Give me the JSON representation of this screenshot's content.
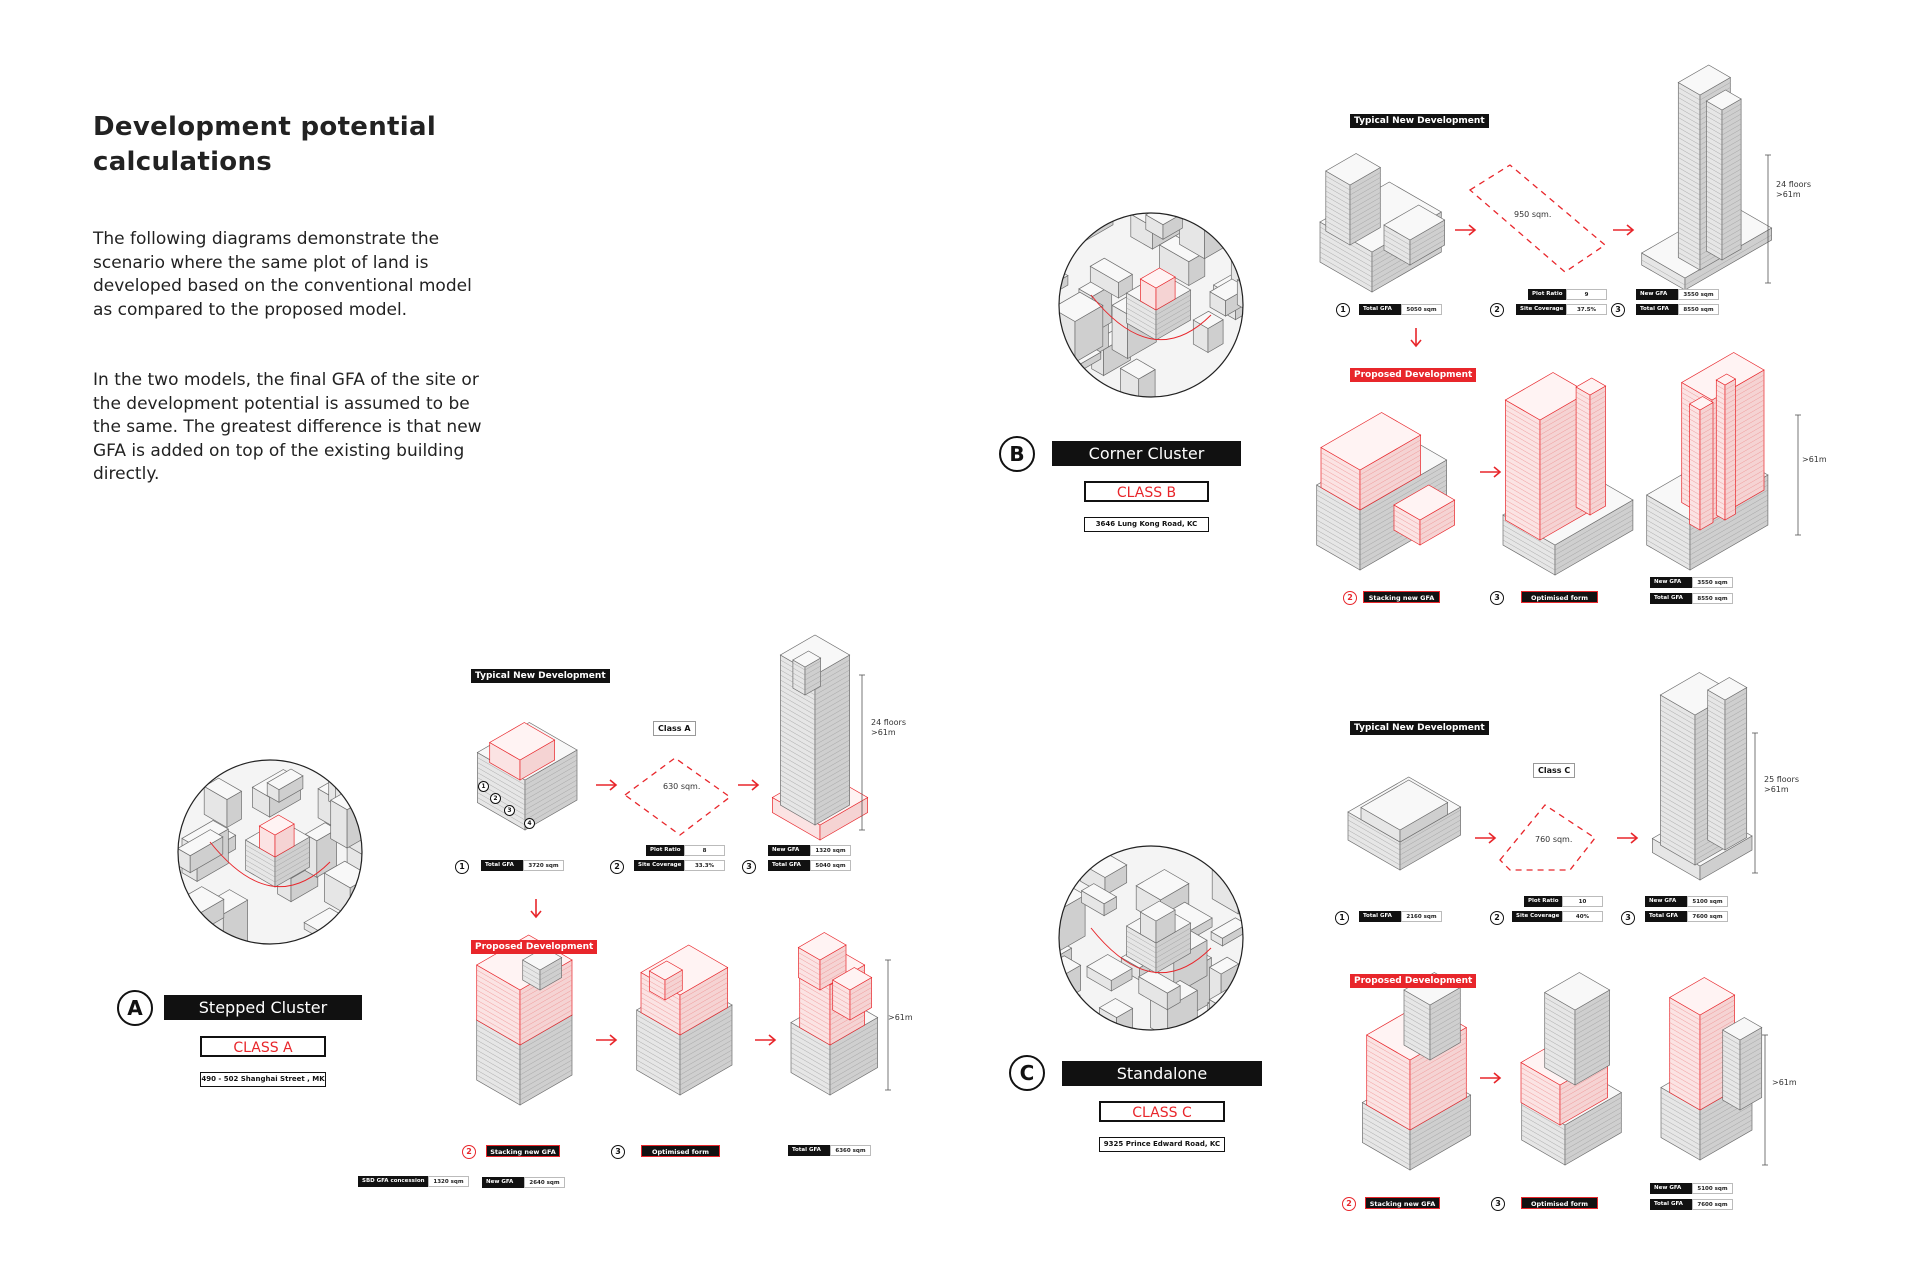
{
  "intro": {
    "title_line1": "Development potential",
    "title_line2": "calculations",
    "paragraph1": "The following diagrams demonstrate the scenario where the same plot of land is developed based on the conventional model as compared to the proposed model.",
    "paragraph2": "In the two models, the final GFA of the site or the development potential is assumed to be the same. The greatest difference is that new GFA is added on top of the existing building directly."
  },
  "colors": {
    "accent": "#e8262b",
    "dark": "#111111"
  },
  "sections": {
    "B": {
      "badge": "B",
      "name": "Corner Cluster",
      "class_label": "CLASS B",
      "address": "3646 Lung Kong Road, KC",
      "typical_label": "Typical New Development",
      "plot_area": "950 sqm.",
      "height_floors": "24 floors",
      "height_m": ">61m",
      "step1": {
        "num": "1",
        "total_gfa_key": "Total GFA",
        "total_gfa": "5050 sqm"
      },
      "step2": {
        "num": "2",
        "plot_ratio_key": "Plot Ratio",
        "plot_ratio": "9",
        "site_coverage_key": "Site Coverage",
        "site_coverage": "37.5%"
      },
      "step3": {
        "num": "3",
        "new_gfa_key": "New GFA",
        "new_gfa": "3550 sqm",
        "total_gfa_key": "Total GFA",
        "total_gfa": "8550 sqm"
      },
      "proposed_label": "Proposed Development",
      "proposed_height": ">61m",
      "p_step2": {
        "num": "2",
        "label": "Stacking new GFA"
      },
      "p_step3": {
        "num": "3",
        "label": "Optimised form"
      },
      "p_result": {
        "new_gfa_key": "New GFA",
        "new_gfa": "3550 sqm",
        "total_gfa_key": "Total GFA",
        "total_gfa": "8550 sqm"
      }
    },
    "A": {
      "badge": "A",
      "name": "Stepped Cluster",
      "class_label": "CLASS A",
      "address": "490 - 502 Shanghai Street , MK",
      "typical_label": "Typical New Development",
      "class_tag": "Class A",
      "plot_area": "630 sqm.",
      "height_floors": "24 floors",
      "height_m": ">61m",
      "site_nums": [
        "1",
        "2",
        "3",
        "4"
      ],
      "step1": {
        "num": "1",
        "total_gfa_key": "Total GFA",
        "total_gfa": "3720 sqm"
      },
      "step2": {
        "num": "2",
        "plot_ratio_key": "Plot Ratio",
        "plot_ratio": "8",
        "site_coverage_key": "Site Coverage",
        "site_coverage": "33.3%"
      },
      "step3": {
        "num": "3",
        "new_gfa_key": "New GFA",
        "new_gfa": "1320 sqm",
        "total_gfa_key": "Total GFA",
        "total_gfa": "5040 sqm"
      },
      "proposed_label": "Proposed Development",
      "proposed_height": ">61m",
      "p_step2": {
        "num": "2",
        "label": "Stacking new GFA"
      },
      "p_step3": {
        "num": "3",
        "label": "Optimised form"
      },
      "p_result": {
        "total_gfa_key": "Total GFA",
        "total_gfa": "6360 sqm",
        "sbd_key": "SBD GFA concession",
        "sbd": "1320 sqm",
        "new_gfa_key": "New GFA",
        "new_gfa": "2640 sqm"
      }
    },
    "C": {
      "badge": "C",
      "name": "Standalone",
      "class_label": "CLASS C",
      "address": "9325 Prince Edward Road, KC",
      "typical_label": "Typical New Development",
      "class_tag": "Class C",
      "plot_area": "760 sqm.",
      "height_floors": "25 floors",
      "height_m": ">61m",
      "step1": {
        "num": "1",
        "total_gfa_key": "Total GFA",
        "total_gfa": "2160 sqm"
      },
      "step2": {
        "num": "2",
        "plot_ratio_key": "Plot Ratio",
        "plot_ratio": "10",
        "site_coverage_key": "Site Coverage",
        "site_coverage": "40%"
      },
      "step3": {
        "num": "3",
        "new_gfa_key": "New GFA",
        "new_gfa": "5100 sqm",
        "total_gfa_key": "Total GFA",
        "total_gfa": "7600 sqm"
      },
      "proposed_label": "Proposed Development",
      "proposed_height": ">61m",
      "p_step2": {
        "num": "2",
        "label": "Stacking new GFA"
      },
      "p_step3": {
        "num": "3",
        "label": "Optimised form"
      },
      "p_result": {
        "new_gfa_key": "New GFA",
        "new_gfa": "5100 sqm",
        "total_gfa_key": "Total GFA",
        "total_gfa": "7600 sqm"
      }
    }
  }
}
